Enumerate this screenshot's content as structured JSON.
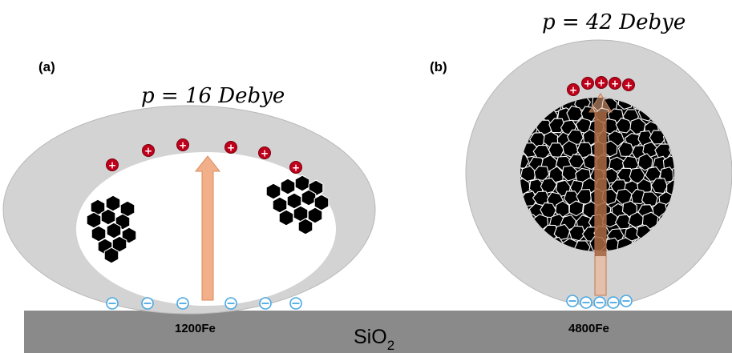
{
  "panel_a": {
    "label": "(a)",
    "dipole": "p = 16 Debye",
    "cluster": "1200Fe"
  },
  "panel_b": {
    "label": "(b)",
    "dipole": "p = 42 Debye",
    "cluster": "4800Fe"
  },
  "substrate": {
    "base": "SiO",
    "subscript": "2"
  },
  "colors": {
    "shell": "#d3d3d3",
    "substrate": "#8a8a8a",
    "particle": "#000000",
    "positive_charge": "#c0001a",
    "negative_charge": "#4aa8e0",
    "dipole_arrow": "#f2b08a",
    "dipole_arrow_dark": "#9a5a36"
  }
}
